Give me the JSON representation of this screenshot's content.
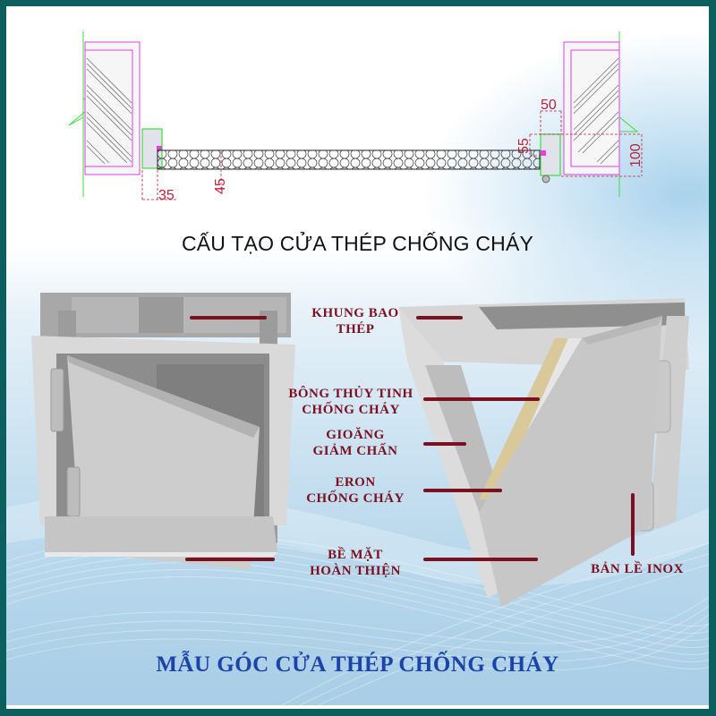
{
  "drawing": {
    "title": "CẤU TẠO CỬA THÉP CHỐNG CHÁY",
    "dimensions": {
      "left_frame_width": "35",
      "panel_thickness": "45",
      "frame_depth": "50",
      "frame_height": "55",
      "wall_offset": "100"
    }
  },
  "labels": {
    "frame": {
      "line1": "KHUNG BAO",
      "line2": "THÉP"
    },
    "insulation": {
      "line1": "BÔNG THỦY TINH",
      "line2": "CHỐNG CHÁY"
    },
    "gasket": {
      "line1": "GIOĂNG",
      "line2": "GIẢM CHẤN"
    },
    "seal": {
      "line1": "ERON",
      "line2": "CHỐNG CHÁY"
    },
    "surface": {
      "line1": "BỀ MẶT",
      "line2": "HOÀN THIỆN"
    },
    "hinge": {
      "line1": "BẢN LỀ INOX"
    }
  },
  "footer": {
    "title": "MẪU GÓC CỬA THÉP CHỐNG CHÁY"
  },
  "colors": {
    "border": "#0b5f5e",
    "label": "#7a1020",
    "footer_title": "#1a44a8",
    "dimension": "#c0203a",
    "cad_outline_green": "#3ddc3d",
    "cad_outline_magenta": "#e040e0"
  }
}
